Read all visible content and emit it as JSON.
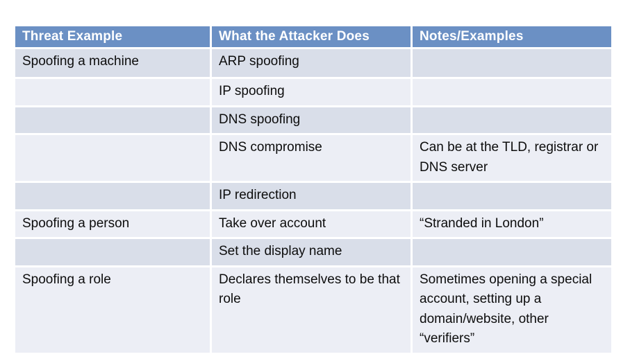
{
  "table": {
    "columns": [
      "Threat Example",
      "What the Attacker Does",
      "Notes/Examples"
    ],
    "rows": [
      {
        "threat": "Spoofing a machine",
        "action": "ARP spoofing",
        "notes": ""
      },
      {
        "threat": "",
        "action": "IP spoofing",
        "notes": ""
      },
      {
        "threat": "",
        "action": "DNS spoofing",
        "notes": ""
      },
      {
        "threat": "",
        "action": "DNS compromise",
        "notes": "Can be at the TLD, registrar or DNS server"
      },
      {
        "threat": "",
        "action": "IP redirection",
        "notes": ""
      },
      {
        "threat": "Spoofing a person",
        "action": "Take over account",
        "notes": "“Stranded in London”"
      },
      {
        "threat": "",
        "action": "Set the display name",
        "notes": ""
      },
      {
        "threat": "Spoofing a role",
        "action": "Declares themselves to be that role",
        "notes": "Sometimes opening a special account, setting up a domain/website, other “verifiers”"
      }
    ],
    "colors": {
      "header_bg": "#6B90C4",
      "header_text": "#FFFFFF",
      "row_band_dark": "#D9DEE9",
      "row_band_light": "#ECEEF5",
      "body_text": "#0D0D0D",
      "divider": "#FFFFFF"
    }
  }
}
